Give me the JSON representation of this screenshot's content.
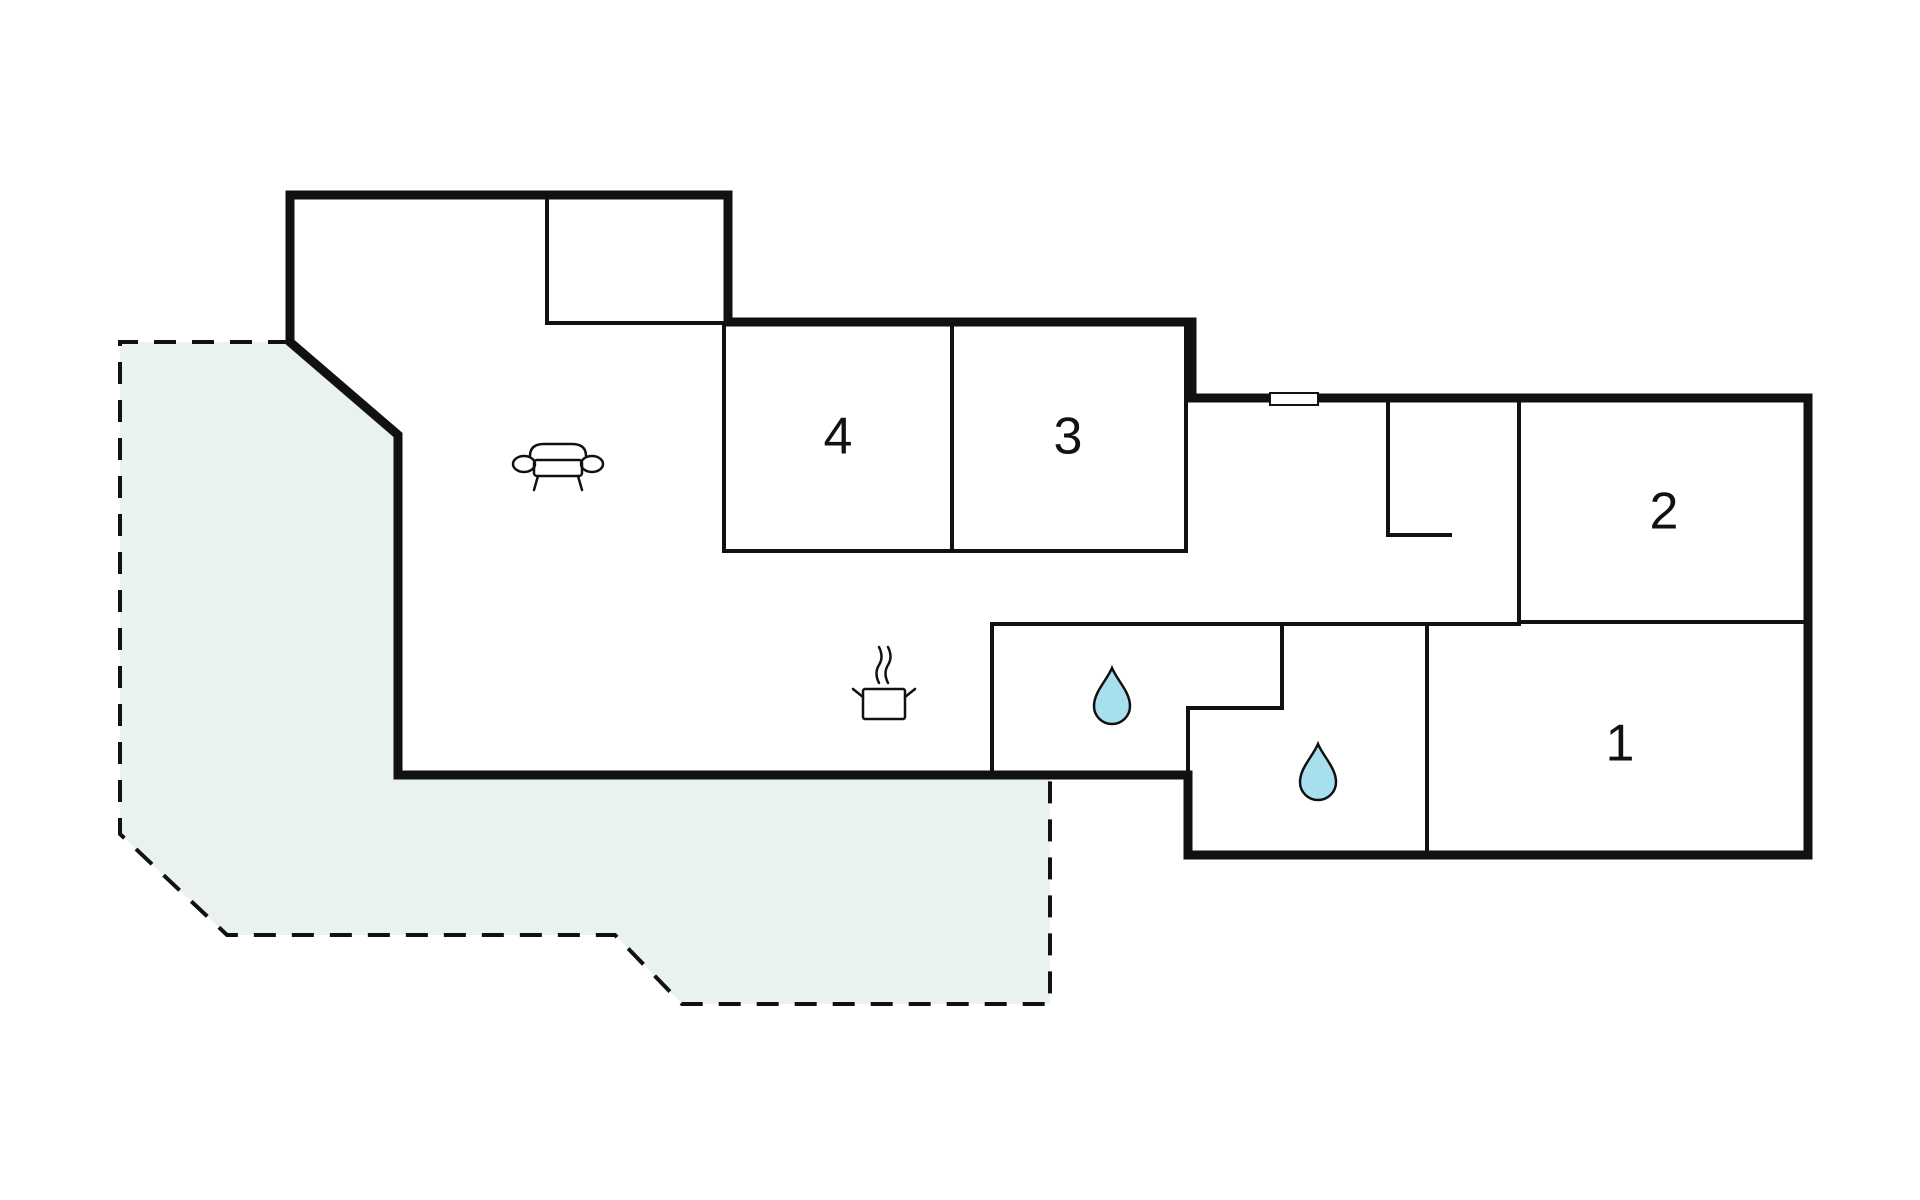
{
  "rooms": [
    {
      "id": "bedroom-4",
      "label": "4"
    },
    {
      "id": "bedroom-3",
      "label": "3"
    },
    {
      "id": "bedroom-2",
      "label": "2"
    },
    {
      "id": "bedroom-1",
      "label": "1"
    }
  ],
  "icons": {
    "living": "sofa-icon",
    "kitchen": "cooking-pot-icon",
    "bathroom": "water-drop-icon"
  },
  "colors": {
    "terrace_fill": "#e9f2ef",
    "water_drop": "#a8dfee",
    "wall": "#111111"
  }
}
